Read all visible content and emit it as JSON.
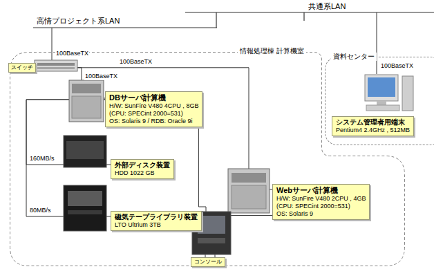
{
  "diagram": {
    "nodes": [
      {
        "text": [
          "情報処理棟 計算機室"
        ]
      },
      {
        "text": [
          "スイッチ"
        ],
        "in": 0
      },
      {
        "text": [
          "DBサーバ計算機",
          "H/W: SunFire V480 4CPU , 8GB",
          "(CPU: SPECint 2000=531)",
          "OS: Solaris 9 / RDB: Oracle 9i"
        ],
        "in": 0
      },
      {
        "text": [
          "外部ディスク装置",
          "HDD 1022 GB"
        ],
        "in": 0
      },
      {
        "text": [
          "磁気テープライブラリ装置",
          "LTO Ultrium 3TB"
        ],
        "in": 0
      },
      {
        "text": [
          "Webサーバ計算機",
          "H/W: SunFire V480 2CPU , 4GB",
          "(CPU: SPECint 2000=531)",
          "OS: Solaris 9"
        ],
        "in": 0
      },
      {
        "text": [
          "コンソール"
        ],
        "in": 0
      },
      {
        "text": [
          "資料センター"
        ]
      },
      {
        "text": [
          "システム管理者用端末",
          "Pentium4 2.4GHz , 512MB"
        ],
        "in": 7
      }
    ],
    "edges": [
      {
        "from": 1,
        "to": 2,
        "label": "100BaseTX",
        "arrow": "none"
      },
      {
        "from": 1,
        "to": 5,
        "label": "100BaseTX",
        "arrow": "none"
      },
      {
        "from": 2,
        "to": 3,
        "label": "160MB/s",
        "arrow": "none"
      },
      {
        "from": 2,
        "to": 4,
        "label": "80MB/s",
        "arrow": "none"
      },
      {
        "from": 2,
        "to": 6,
        "arrow": "none"
      },
      {
        "from": 5,
        "to": 6,
        "arrow": "none"
      }
    ],
    "labels": [
      "共通系LAN",
      "高情プロジェクト系LAN",
      "100BaseTX",
      "100BaseTX"
    ]
  }
}
